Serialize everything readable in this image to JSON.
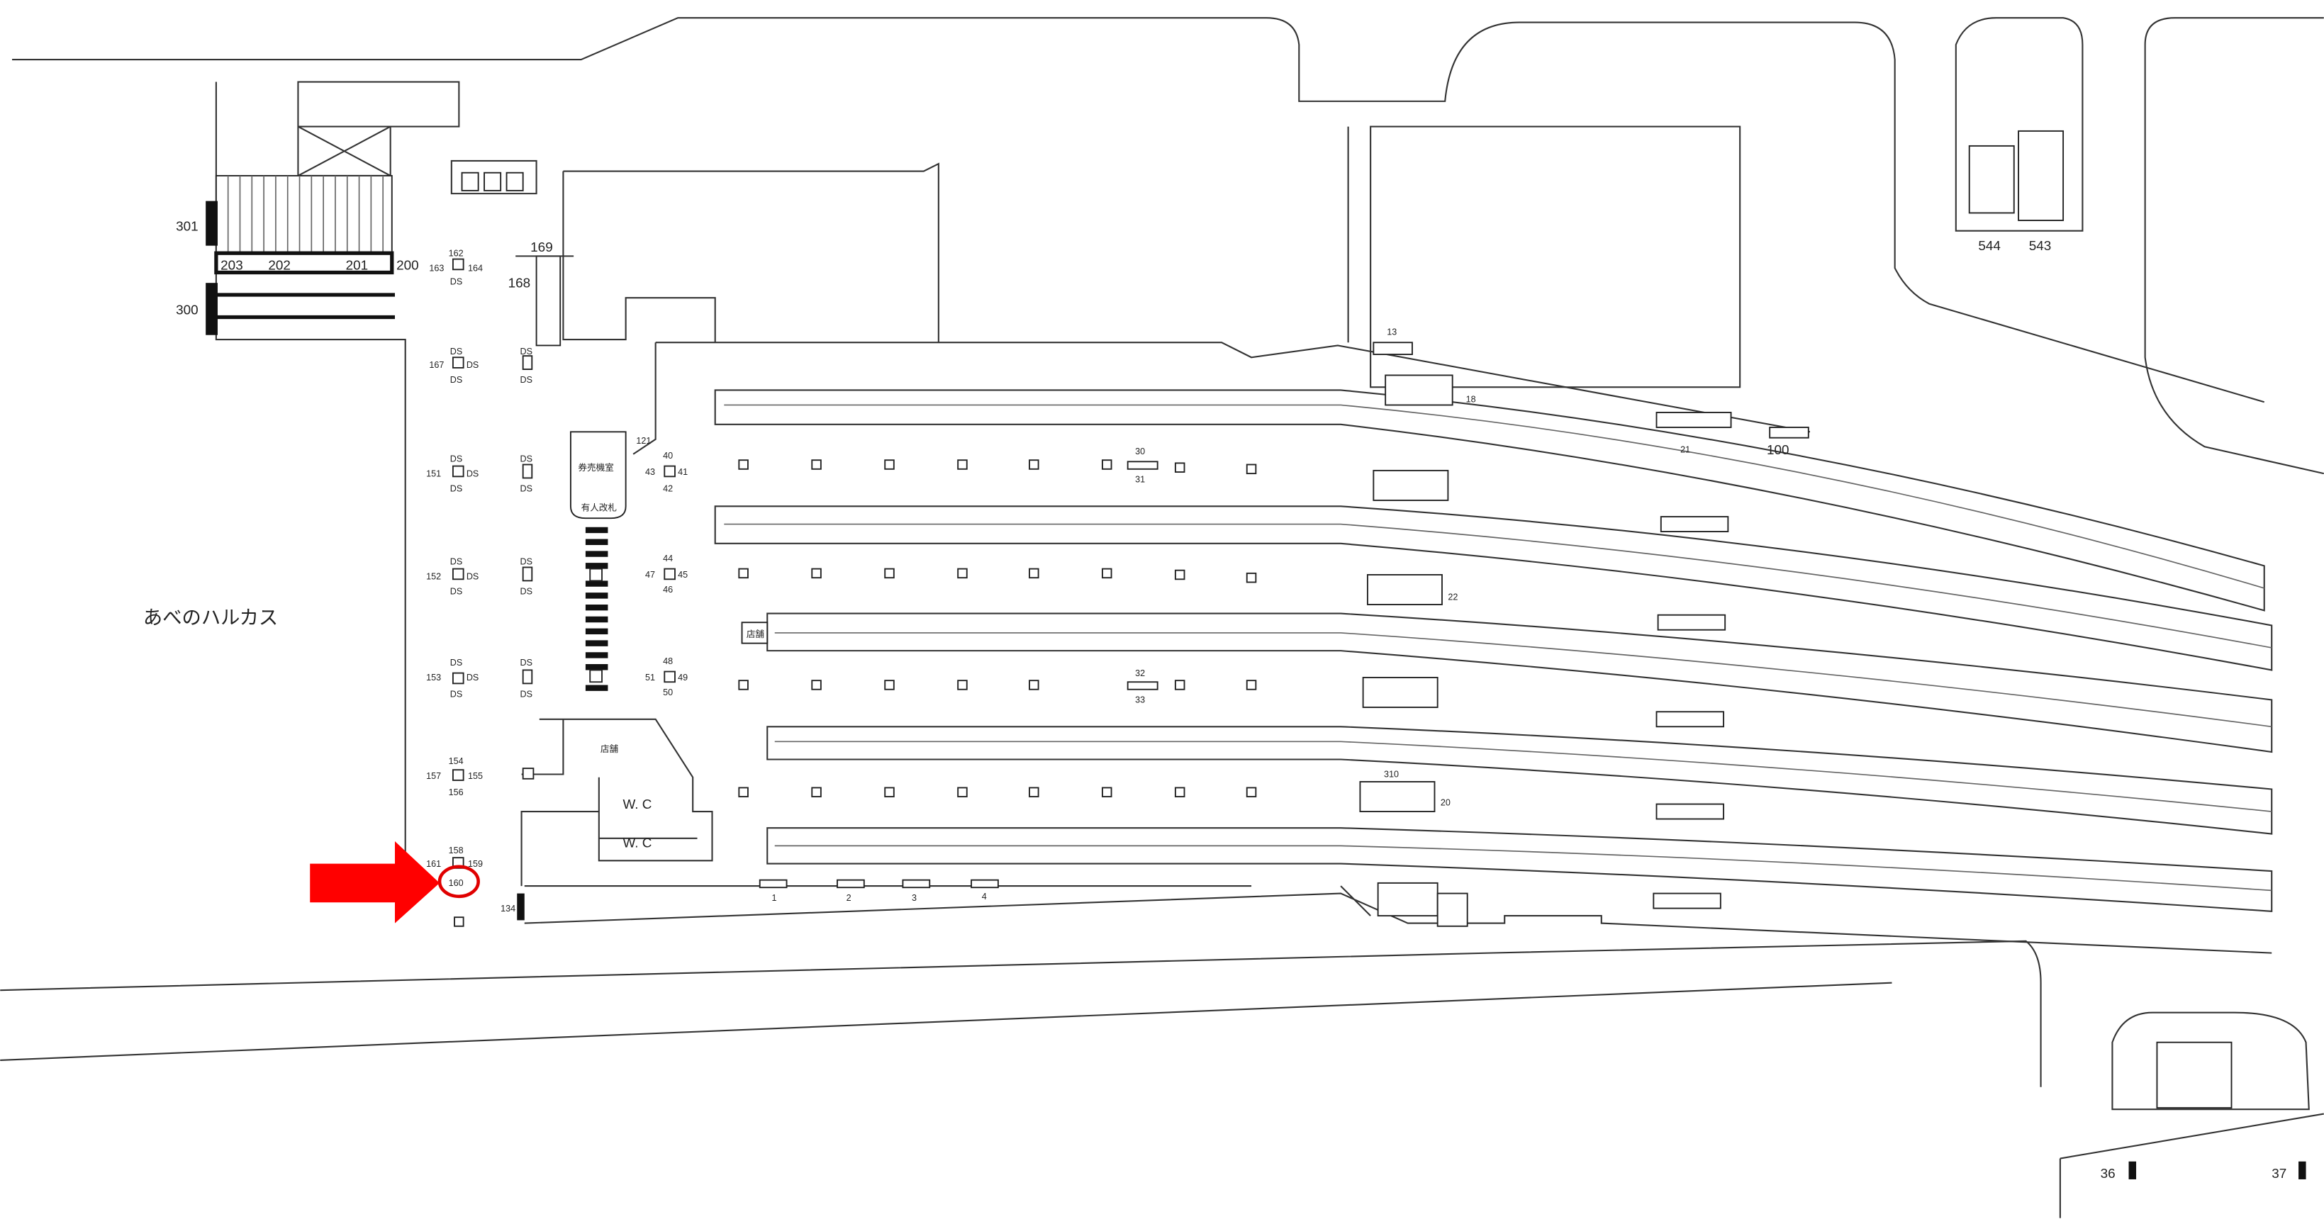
{
  "map": {
    "landmark": "あべのハルカス",
    "rooms": {
      "ticket_machine_room": "券売機室",
      "manned_gate": "有人改札",
      "shop_1": "店舗",
      "shop_2": "店舗",
      "wc_1": "W. C",
      "wc_2": "W. C"
    },
    "highlight": {
      "label": "160",
      "marker_color": "#ff0000"
    },
    "labels": {
      "l301": "301",
      "l300": "300",
      "l203": "203",
      "l202": "202",
      "l201": "201",
      "l200": "200",
      "l162": "162",
      "l163": "163",
      "l164": "164",
      "l169": "169",
      "l168": "168",
      "l167": "167",
      "l151": "151",
      "l152": "152",
      "l153": "153",
      "l154": "154",
      "l155": "155",
      "l156": "156",
      "l157": "157",
      "l158": "158",
      "l159": "159",
      "l161": "161",
      "l134": "134",
      "l121": "121",
      "l40": "40",
      "l41": "41",
      "l42": "42",
      "l43": "43",
      "l44": "44",
      "l45": "45",
      "l46": "46",
      "l47": "47",
      "l48": "48",
      "l49": "49",
      "l50": "50",
      "l51": "51",
      "l30": "30",
      "l31": "31",
      "l32": "32",
      "l33": "33",
      "l13": "13",
      "l18": "18",
      "l21": "21",
      "l100": "100",
      "l22": "22",
      "l310": "310",
      "l20": "20",
      "l1": "1",
      "l2": "2",
      "l3": "3",
      "l4": "4",
      "l544": "544",
      "l543": "543",
      "l36": "36",
      "l37": "37",
      "ds": "DS"
    }
  }
}
